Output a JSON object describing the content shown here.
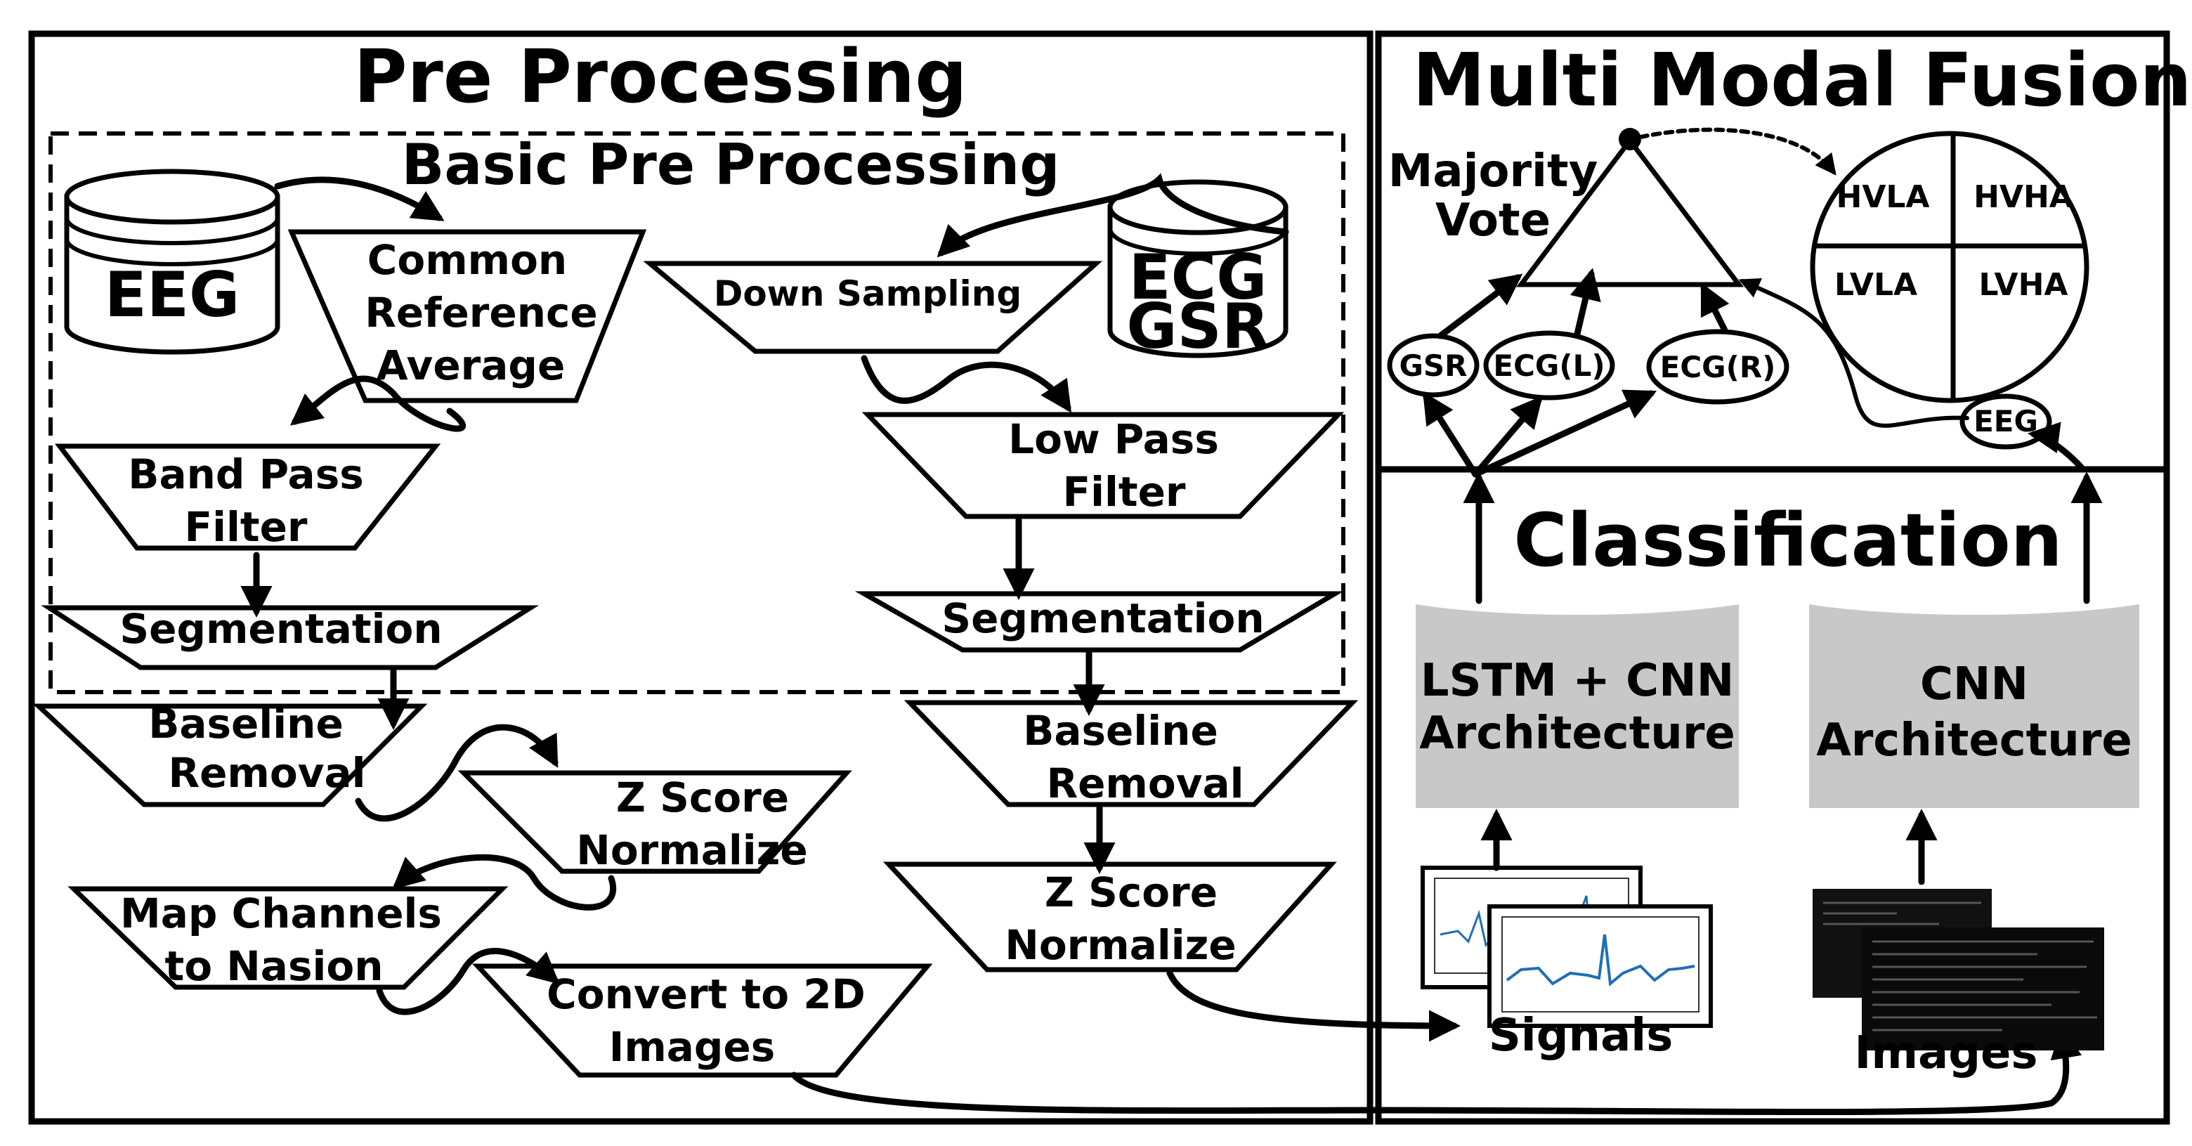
{
  "titles": {
    "pre_processing": "Pre Processing",
    "basic_pre_processing": "Basic Pre Processing",
    "multi_modal_fusion": "Multi Modal Fusion",
    "classification": "Classification"
  },
  "databases": {
    "eeg": "EEG",
    "ecg_line1": "ECG",
    "ecg_line2": "GSR"
  },
  "eeg_pipeline": {
    "car_line1": "Common",
    "car_line2": "Reference",
    "car_line3": "Average",
    "bpf_line1": "Band Pass",
    "bpf_line2": "Filter",
    "segmentation": "Segmentation",
    "baseline_line1": "Baseline",
    "baseline_line2": "Removal",
    "zscore_line1": "Z Score",
    "zscore_line2": "Normalize",
    "map_line1": "Map Channels",
    "map_line2": "to Nasion",
    "convert_line1": "Convert to 2D",
    "convert_line2": "Images"
  },
  "physio_pipeline": {
    "down_sampling": "Down Sampling",
    "lpf_line1": "Low Pass",
    "lpf_line2": "Filter",
    "segmentation": "Segmentation",
    "baseline_line1": "Baseline",
    "baseline_line2": "Removal",
    "zscore_line1": "Z Score",
    "zscore_line2": "Normalize"
  },
  "classification": {
    "lstm_line1": "LSTM + CNN",
    "lstm_line2": "Architecture",
    "cnn_line1": "CNN",
    "cnn_line2": "Architecture",
    "signals_label": "Signals",
    "images_label": "Images"
  },
  "fusion": {
    "majority_line1": "Majority",
    "majority_line2": "Vote",
    "nodes": [
      "GSR",
      "ECG(L)",
      "ECG(R)",
      "EEG"
    ],
    "quadrants": [
      "HVLA",
      "HVHA",
      "LVLA",
      "LVHA"
    ]
  }
}
